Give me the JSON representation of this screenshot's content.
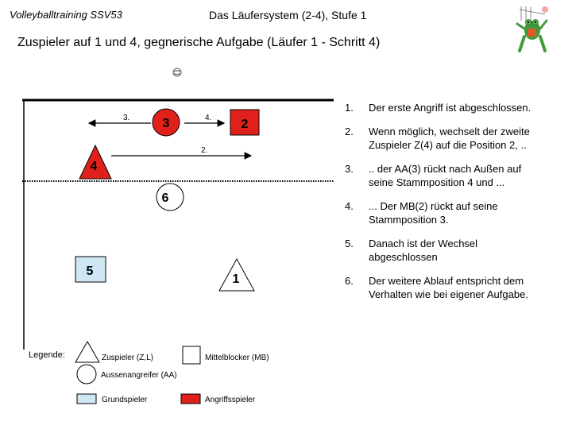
{
  "header": {
    "left": "Volleyballtraining SSV53",
    "center": "Das Läufersystem (2-4), Stufe 1"
  },
  "subtitle": "Zuspieler auf 1 und 4, gegnerische Aufgabe  (Läufer 1  - Schritt 4)",
  "court": {
    "players": [
      {
        "id": "3",
        "shape": "circle",
        "color": "#e0211b"
      },
      {
        "id": "2",
        "shape": "square",
        "color": "#e0211b"
      },
      {
        "id": "4",
        "shape": "triangle",
        "color": "#e0211b"
      },
      {
        "id": "6",
        "shape": "circle",
        "color": "#ffffff"
      },
      {
        "id": "5",
        "shape": "square",
        "color": "#cfe6f3"
      },
      {
        "id": "1",
        "shape": "triangle",
        "color": "#ffffff"
      }
    ],
    "arrows": [
      {
        "label": "3."
      },
      {
        "label": "4."
      },
      {
        "label": "2."
      }
    ]
  },
  "steps": [
    {
      "num": "1.",
      "text": "Der erste Angriff ist abgeschlossen."
    },
    {
      "num": "2.",
      "text": "Wenn möglich, wechselt der zweite Zuspieler Z(4) auf die Position 2, .."
    },
    {
      "num": "3.",
      "text": ".. der AA(3) rückt nach Außen auf seine Stammposition 4 und ..."
    },
    {
      "num": "4.",
      "text": "... Der MB(2) rückt auf seine Stammposition 3."
    },
    {
      "num": "5.",
      "text": "Danach ist der Wechsel abgeschlossen"
    },
    {
      "num": "6.",
      "text": "Der weitere Ablauf entspricht dem Verhalten wie bei eigener Aufgabe."
    }
  ],
  "legend": {
    "title": "Legende:",
    "items": [
      {
        "label": "Zuspieler (Z,L)",
        "icon": "triangle-icon"
      },
      {
        "label": "Mittelblocker (MB)",
        "icon": "square-icon"
      },
      {
        "label": "Aussenangreifer (AA)",
        "icon": "circle-icon"
      },
      {
        "label": "Grundspieler",
        "icon": "light-blue-box-icon",
        "color": "#cfe6f3"
      },
      {
        "label": "Angriffsspieler",
        "icon": "red-box-icon",
        "color": "#e0211b"
      }
    ]
  }
}
